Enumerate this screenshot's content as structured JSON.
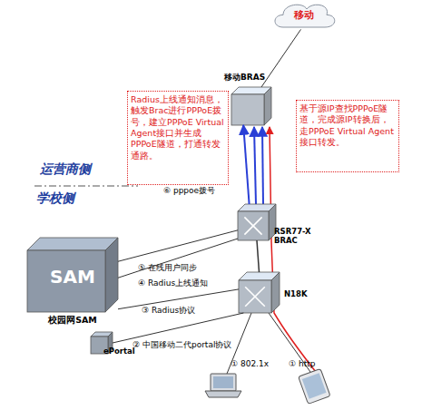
{
  "diagram": {
    "nodes": [
      {
        "text": [
          "移动"
        ]
      },
      {
        "text": [
          "移动BRAS"
        ]
      },
      {
        "text": [
          "Radius上线通知消息，触发Brac进行PPPoE拨号，建立PPPoE Virtual Agent接口并生成PPPoE隧道，打通转发通路。"
        ]
      },
      {
        "text": [
          "基于源IP查找PPPoE隧道，完成源IP转换后，走PPPoE Virtual Agent接口转发。"
        ]
      },
      {
        "text": [
          "RSR77-X BRAC"
        ]
      },
      {
        "text": [
          "SAM",
          "校园网SAM"
        ]
      },
      {
        "text": [
          "N18K"
        ]
      },
      {
        "text": [
          "ePortal"
        ]
      }
    ],
    "edges": [
      {
        "from": 1,
        "to": 0,
        "arrow": "none"
      },
      {
        "from": 4,
        "to": 1,
        "label": "⑥ pppoe拨号",
        "arrow": "to"
      },
      {
        "from": 5,
        "to": 4,
        "label": "⑤ 在线用户同步",
        "arrow": "none"
      },
      {
        "from": 5,
        "to": 4,
        "label": "④ Radius上线通知",
        "arrow": "none"
      },
      {
        "from": 6,
        "to": 5,
        "label": "③ Radius协议",
        "arrow": "none"
      },
      {
        "from": 7,
        "to": 6,
        "label": "② 中国移动二代portal协议",
        "arrow": "none"
      },
      {
        "from": 6,
        "to": 4,
        "arrow": "none"
      }
    ],
    "labels": [
      "运营商侧",
      "学校侧",
      "① 802.1x",
      "① http"
    ]
  }
}
